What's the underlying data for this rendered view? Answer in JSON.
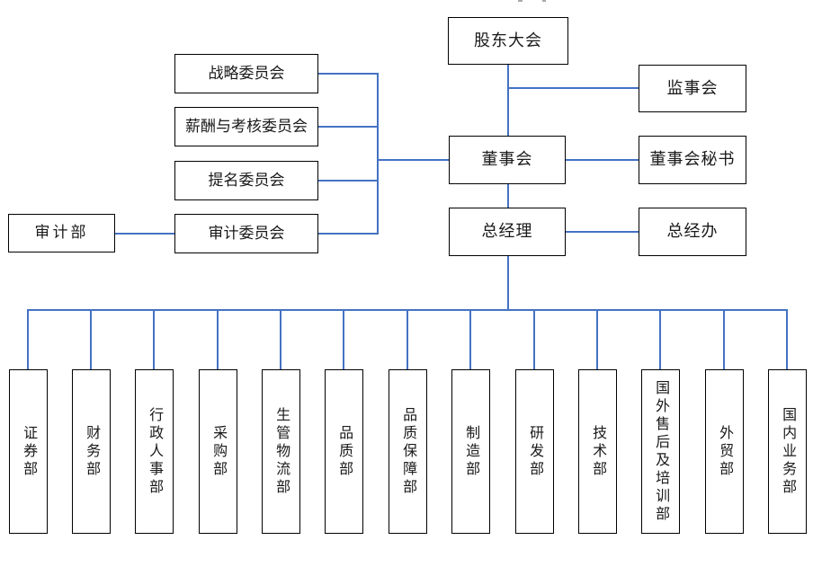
{
  "colors": {
    "accent": "#4472c4",
    "box_border": "#000000",
    "background": "#ffffff"
  },
  "nodes": {
    "shareholders": "股东大会",
    "supervisory": "监事会",
    "board": "董事会",
    "board_secretary": "董事会秘书",
    "general_manager": "总经理",
    "gm_office": "总经办",
    "audit_dept": "审计部"
  },
  "committees": [
    {
      "label": "战略委员会"
    },
    {
      "label": "薪酬与考核委员会"
    },
    {
      "label": "提名委员会"
    },
    {
      "label": "审计委员会"
    }
  ],
  "departments": [
    {
      "label": "证券部"
    },
    {
      "label": "财务部"
    },
    {
      "label": "行政人事部"
    },
    {
      "label": "采购部"
    },
    {
      "label": "生管物流部"
    },
    {
      "label": "品质部"
    },
    {
      "label": "品质保障部"
    },
    {
      "label": "制造部"
    },
    {
      "label": "研发部"
    },
    {
      "label": "技术部"
    },
    {
      "label": "国外售后及培训部"
    },
    {
      "label": "外贸部"
    },
    {
      "label": "国内业务部"
    }
  ]
}
